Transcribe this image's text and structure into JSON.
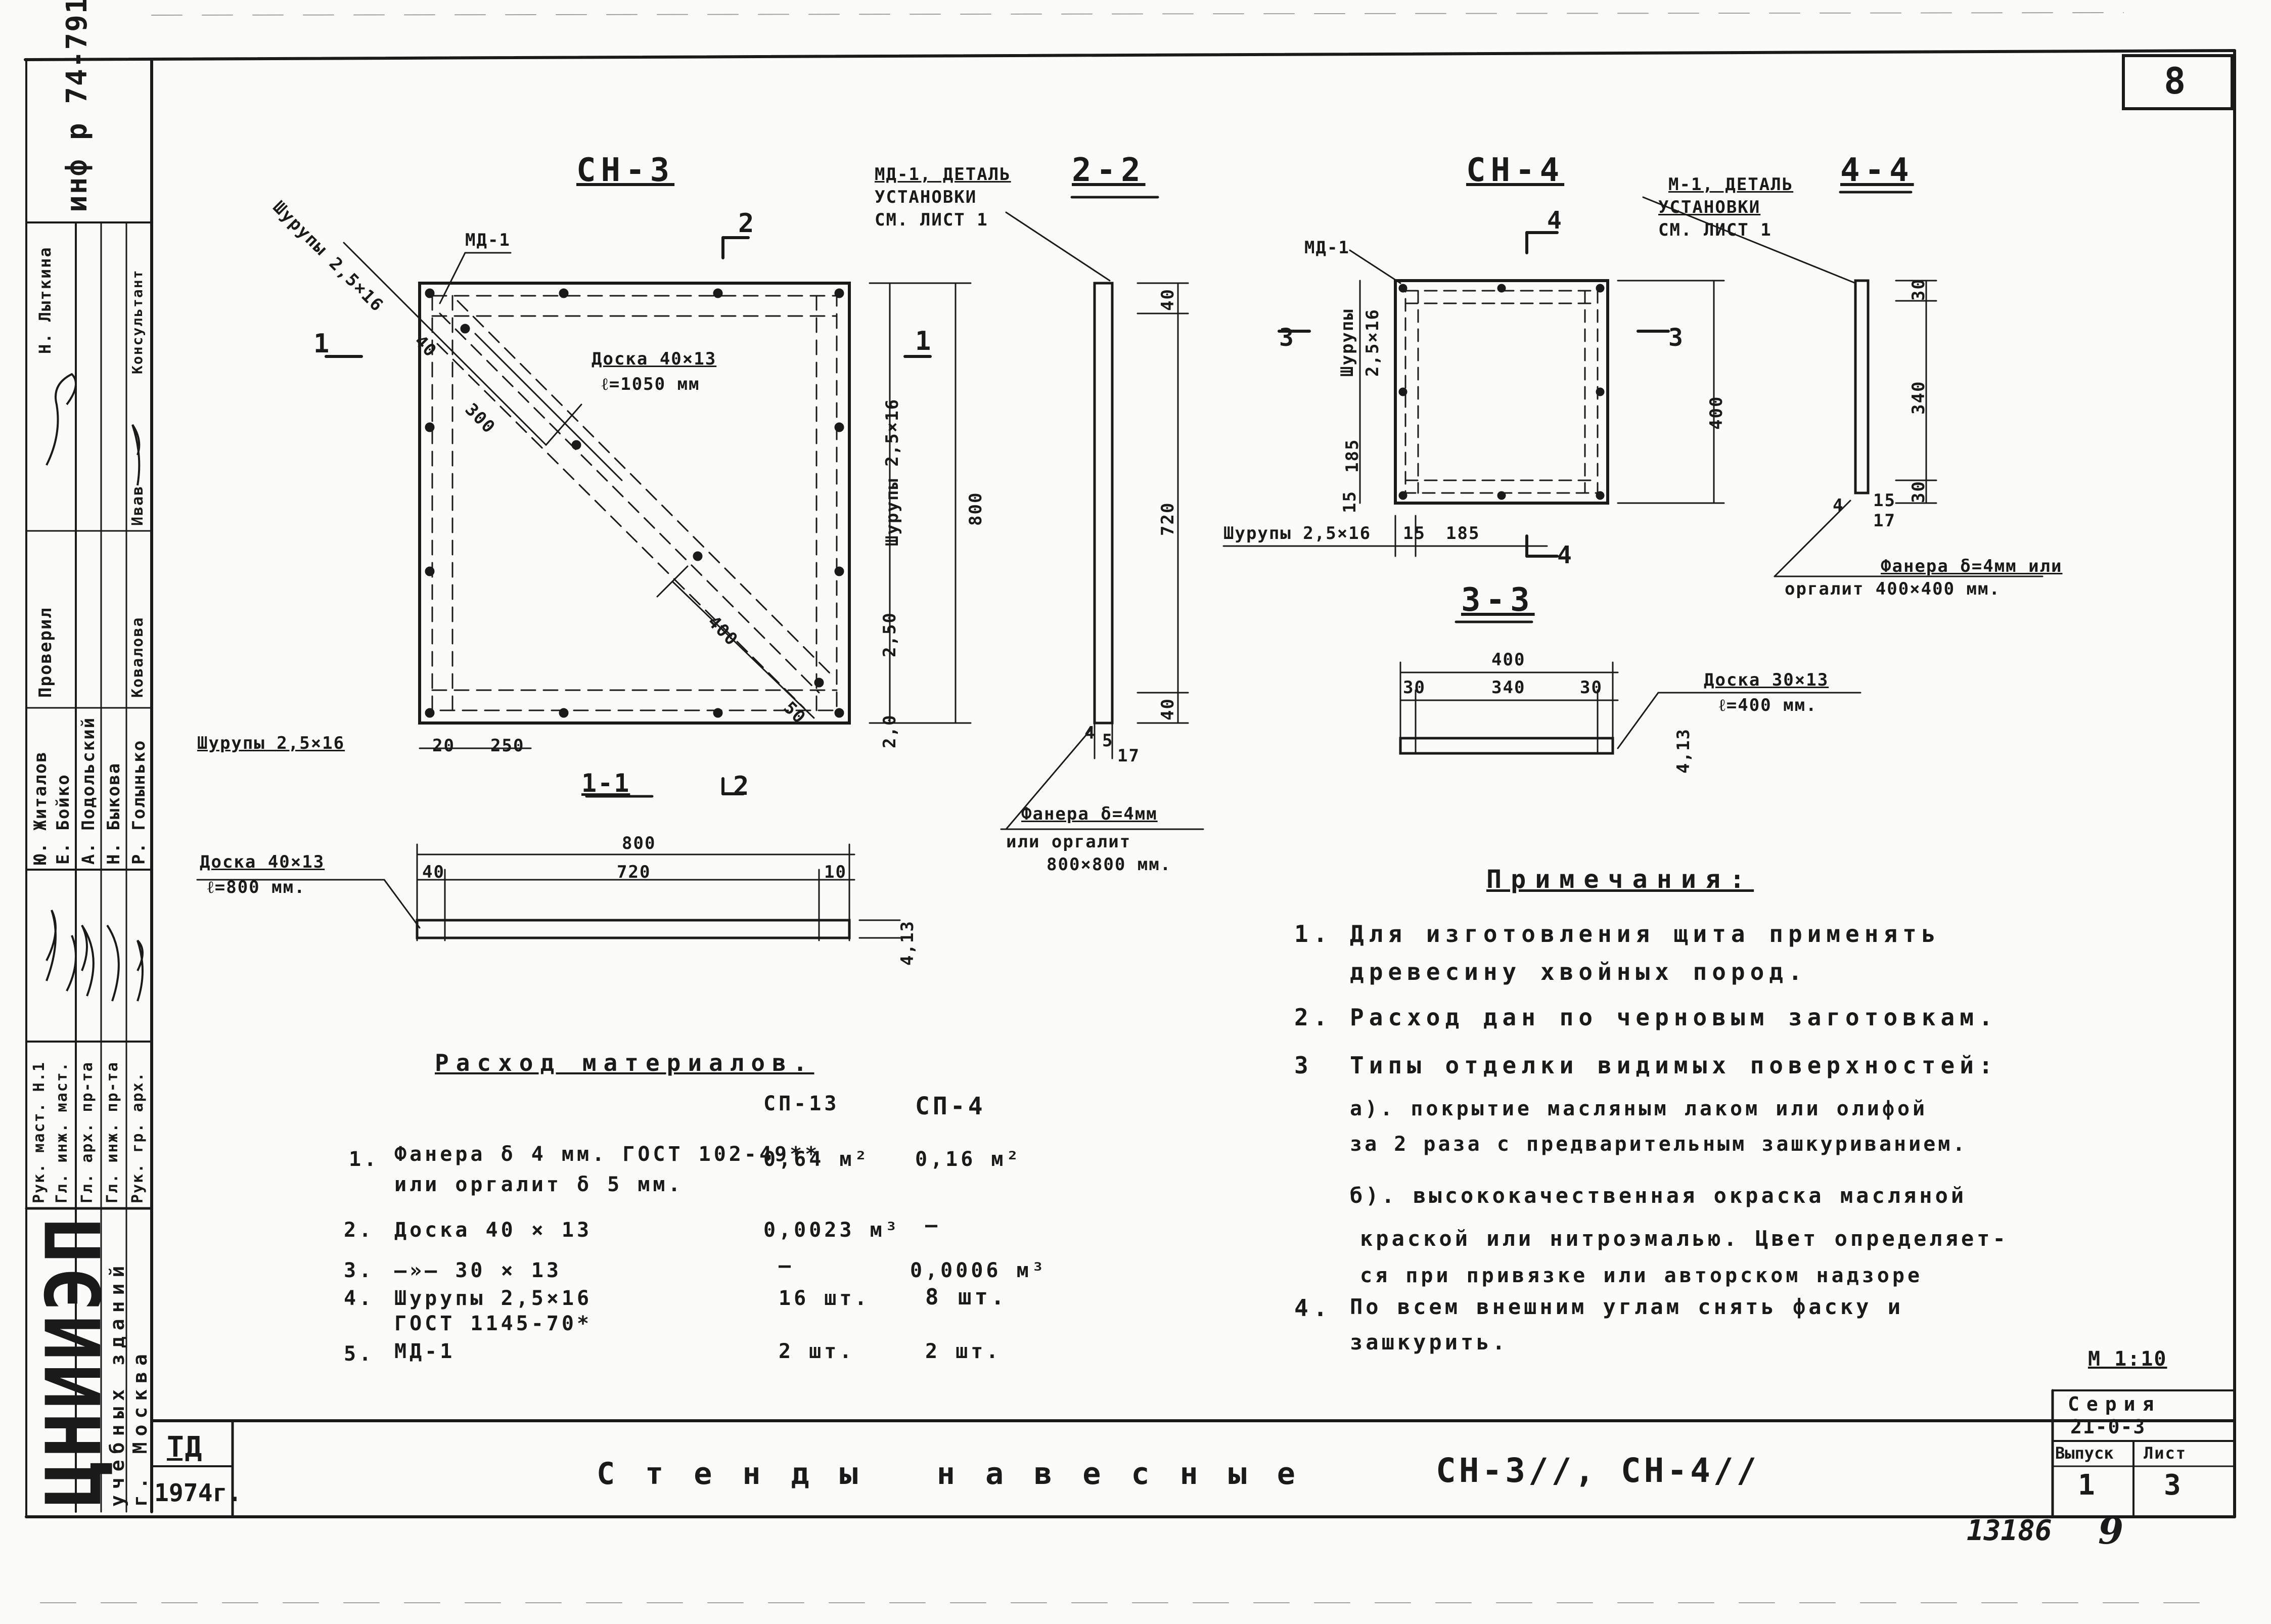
{
  "sheet_no": "8",
  "index_code": "инф р 74-791",
  "drawings": {
    "cn3": {
      "title": "СН-3",
      "md1": "МД-1",
      "section_mark": "2",
      "screws_diag": "Шурупы 2,5×16",
      "board_note_1": "Доска 40×13",
      "board_note_2": "ℓ=1050 мм",
      "dim_300": "300",
      "dim_400": "400",
      "dim_50": "50",
      "dim_40": "40",
      "screws_bottom": "Шурупы 2,5×16",
      "dims_bottom_20": "20",
      "dims_bottom_250": "250",
      "screws_right": "Шурупы 2,5×16",
      "dim_800": "800",
      "dim_250": "2,50",
      "dim_20": "2,0",
      "mark_1": "1",
      "section_title": "1-1",
      "board_80_1": "Доска 40×13",
      "board_80_2": "ℓ=800 мм.",
      "dim_800_b": "800",
      "dim_40_b": "40",
      "dim_720_b": "720",
      "dim_10_b": "10",
      "dim_413": "4,13"
    },
    "s22": {
      "title": "2-2",
      "md_note_1": "МД-1, ДЕТАЛЬ",
      "md_note_2": "УСТАНОВКИ",
      "md_note_3": "СМ. ЛИСТ 1",
      "dim_40_top": "40",
      "dim_720": "720",
      "dim_40_bot": "40",
      "dim_4": "4",
      "dim_5": "5",
      "dim_17": "17",
      "ply_1": "Фанера δ=4мм",
      "ply_2": "или оргалит",
      "ply_3": "800×800 мм."
    },
    "cn4": {
      "title": "СН-4",
      "md1": "МД-1",
      "mark_4": "4",
      "mark_3": "3",
      "screws_v_1": "Шурупы",
      "screws_v_2": "2,5×16",
      "dim_185": "185",
      "dim_15": "15",
      "dim_400": "400",
      "screws_bottom": "Шурупы 2,5×16",
      "dim_15b": "15",
      "dim_185b": "185"
    },
    "s44": {
      "title": "4-4",
      "md_note_1": "М-1, ДЕТАЛЬ",
      "md_note_2": "УСТАНОВКИ",
      "md_note_3": "СМ. ЛИСТ 1",
      "dim_30_top": "30",
      "dim_340": "340",
      "dim_30_bot": "30",
      "dim_15": "15",
      "dim_17": "17",
      "dim_4": "4",
      "ply_1": "Фанера δ=4мм или",
      "ply_2": "оргалит  400×400 мм."
    },
    "s33": {
      "title": "3-3",
      "dim_400": "400",
      "dim_30a": "30",
      "dim_340": "340",
      "dim_30b": "30",
      "board_1": "Доска 30×13",
      "board_2": "ℓ=400 мм.",
      "dim_413": "4,13"
    }
  },
  "materials": {
    "title": "Расход материалов.",
    "col_sp13": "СП-13",
    "col_sp4": "СП-4",
    "rows": [
      {
        "n": "1.",
        "name": "Фанера δ 4 мм. ГОСТ 102-49**",
        "name2": "или оргалит δ 5 мм.",
        "a": "0,64 м²",
        "b": "0,16 м²"
      },
      {
        "n": "2.",
        "name": "Доска  40 × 13",
        "name2": "",
        "a": "0,0023 м³",
        "b": "—"
      },
      {
        "n": "3.",
        "name": "—»—  30 × 13",
        "name2": "",
        "a": "—",
        "b": "0,0006 м³"
      },
      {
        "n": "4.",
        "name": "Шурупы  2,5×16",
        "name2": "ГОСТ  1145-70*",
        "a": "16 шт.",
        "b": "8 шт."
      },
      {
        "n": "5.",
        "name": "МД-1",
        "name2": "",
        "a": "2 шт.",
        "b": "2 шт."
      }
    ]
  },
  "notes": {
    "title": "Примечания:",
    "items": [
      {
        "n": "1.",
        "lines": [
          "Для изготовления щита применять",
          "древесину хвойных пород."
        ]
      },
      {
        "n": "2.",
        "lines": [
          "Расход дан по черновым заготовкам."
        ]
      },
      {
        "n": "3",
        "lines": [
          "Типы отделки видимых поверхностей:",
          "а). покрытие масляным лаком или олифой",
          "за 2 раза с предварительным зашкуриванием.",
          "б). высококачественная окраска масляной",
          "краской или нитроэмалью. Цвет определяет-",
          "ся при привязке или авторском надзоре"
        ]
      },
      {
        "n": "4.",
        "lines": [
          "По всем внешним углам снять фаску и",
          "зашкурить."
        ]
      }
    ]
  },
  "scale": "М 1:10",
  "title_block": {
    "td": "ТД",
    "year": "1974г.",
    "name": "Стенды навесные",
    "mark": "СН-3//, СН-4//",
    "series_label": "Серия",
    "series": "21-0-3",
    "issue_label": "Выпуск",
    "sheet_label": "Лист",
    "issue": "1",
    "sheet": "3",
    "footer_num": "13186",
    "footer_page": "9"
  },
  "stamp": {
    "org": "ЦНИИЭП",
    "org_sub_1": "учебных зданий",
    "org_sub_2": "г. Москва",
    "roles": [
      "Рук. маст. Н.1",
      "Гл. инж. маст.",
      "Гл. арх. пр-та",
      "Гл. инж. пр-та",
      "Рук. гр. арх."
    ],
    "names": [
      "Ю. Житалов",
      "Е. Бойко",
      "А. Подольский",
      "Н. Быкова",
      "Р. Голынько"
    ],
    "checked": "Проверил",
    "checked_name": "Ковалова",
    "consultant": "Консультант",
    "consultant_name": "Ивав",
    "author": "Н. Лыткина"
  }
}
